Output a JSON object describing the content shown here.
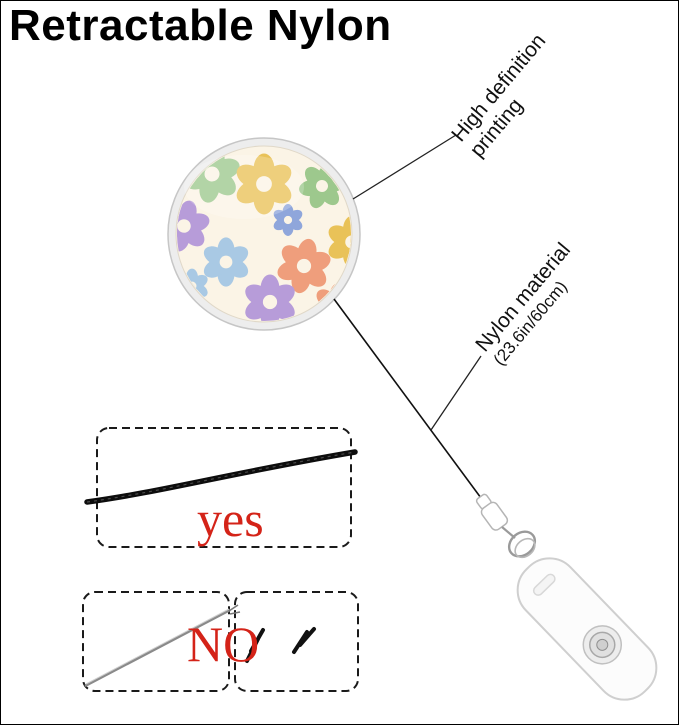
{
  "title": "Retractable Nylon",
  "annotations": {
    "high_definition": {
      "line1": "High definition",
      "line2": "printing"
    },
    "nylon_material": {
      "line1": "Nylon material",
      "line2": "(23.6in/60cm)"
    }
  },
  "comparison": {
    "yes_label": "yes",
    "no_label": "NO"
  },
  "colors": {
    "label_red": "#d42318",
    "badge_face": "#FBF4E6",
    "flower_yellow": "#E9C258",
    "flower_green": "#9DC88D",
    "flower_periwinkle": "#8FA6DB",
    "flower_purple": "#B79CD9",
    "flower_coral": "#EF9E7C",
    "flower_lightblue": "#A9C9E4"
  }
}
